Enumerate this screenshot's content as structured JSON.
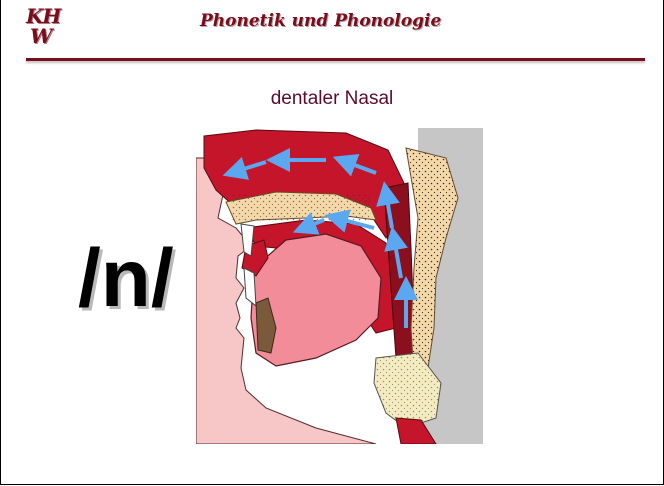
{
  "header": {
    "logo_line1": "KH",
    "logo_line2": "W",
    "title": "Phonetik und Phonologie"
  },
  "slide": {
    "title": "dentaler Nasal",
    "phoneme": "/n/"
  },
  "diagram": {
    "colors": {
      "cavity_red": "#c4152a",
      "dark_red": "#8b0f1d",
      "tongue": "#f28c98",
      "skin": "#f7c6c6",
      "bone": "#f5d8a8",
      "background_gray": "#c6c6c6",
      "airflow_arrow": "#5ba7f0"
    },
    "airflow": "nasal airflow"
  }
}
